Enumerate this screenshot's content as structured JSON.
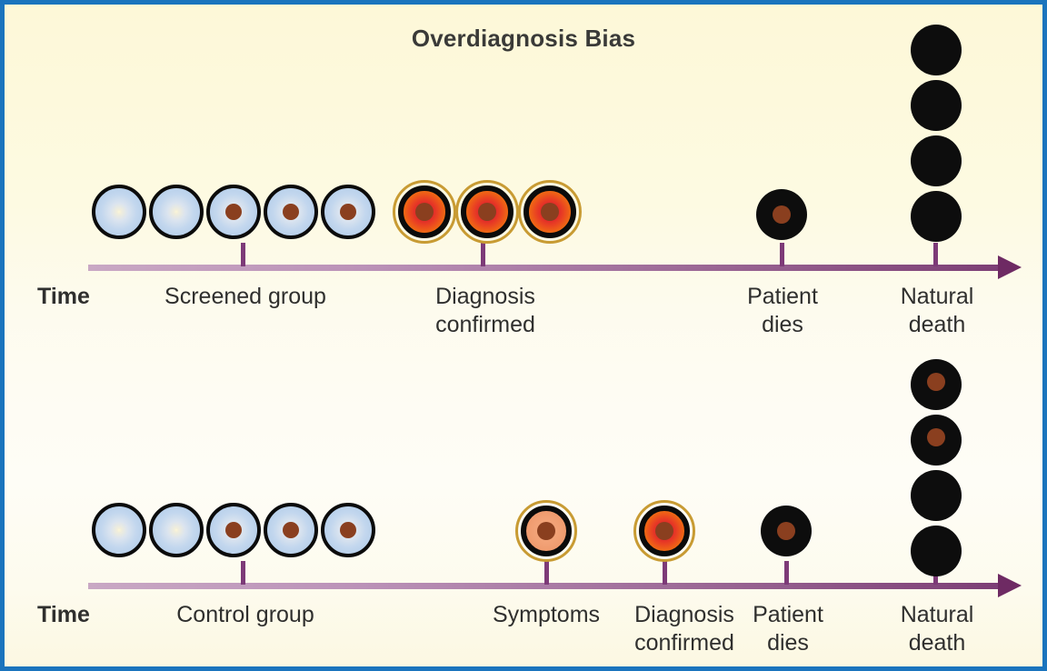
{
  "figure": {
    "title": "Overdiagnosis Bias",
    "border_color": "#1a74bd",
    "background_color": "#fdf8dc",
    "axis_color": "#7c3e75",
    "tumor_color": "#e0262b",
    "symptom_color": "#f2a277",
    "nucleus_color": "#8a3f1f",
    "cell_color": "#b6cfea",
    "halo_color": "#c89b33",
    "death_color": "#0d0d0d"
  },
  "rows": [
    {
      "id": "screened",
      "time_label": "Time",
      "labels": {
        "group": "Screened group",
        "diagnosis": "Diagnosis\nconfirmed",
        "patient_dies": "Patient\ndies",
        "natural_death": "Natural\ndeath"
      },
      "markers": {
        "group_cells": [
          {
            "type": "normal",
            "nucleus": false
          },
          {
            "type": "normal",
            "nucleus": false
          },
          {
            "type": "normal",
            "nucleus": true
          },
          {
            "type": "normal",
            "nucleus": true
          },
          {
            "type": "normal",
            "nucleus": true
          }
        ],
        "symptoms": [],
        "diagnosis": [
          {
            "type": "tumor",
            "nucleus": true,
            "halo": true
          },
          {
            "type": "tumor",
            "nucleus": true,
            "halo": true
          },
          {
            "type": "tumor",
            "nucleus": true,
            "halo": true
          }
        ],
        "patient_dies": [
          {
            "type": "black",
            "nucleus": true
          }
        ],
        "natural_death": [
          {
            "type": "black",
            "nucleus": false
          },
          {
            "type": "black",
            "nucleus": false
          },
          {
            "type": "black",
            "nucleus": false
          },
          {
            "type": "black",
            "nucleus": false
          }
        ]
      }
    },
    {
      "id": "control",
      "time_label": "Time",
      "labels": {
        "group": "Control group",
        "symptoms": "Symptoms",
        "diagnosis": "Diagnosis\nconfirmed",
        "patient_dies": "Patient\ndies",
        "natural_death": "Natural\ndeath"
      },
      "markers": {
        "group_cells": [
          {
            "type": "normal",
            "nucleus": false
          },
          {
            "type": "normal",
            "nucleus": false
          },
          {
            "type": "normal",
            "nucleus": true
          },
          {
            "type": "normal",
            "nucleus": true
          },
          {
            "type": "normal",
            "nucleus": true
          }
        ],
        "symptoms": [
          {
            "type": "symptom",
            "nucleus": true,
            "halo": true
          }
        ],
        "diagnosis": [
          {
            "type": "tumor",
            "nucleus": true,
            "halo": true
          }
        ],
        "patient_dies": [
          {
            "type": "black",
            "nucleus": true
          }
        ],
        "natural_death": [
          {
            "type": "black",
            "nucleus": true
          },
          {
            "type": "black",
            "nucleus": true
          },
          {
            "type": "black",
            "nucleus": false
          },
          {
            "type": "black",
            "nucleus": false
          }
        ]
      }
    }
  ]
}
